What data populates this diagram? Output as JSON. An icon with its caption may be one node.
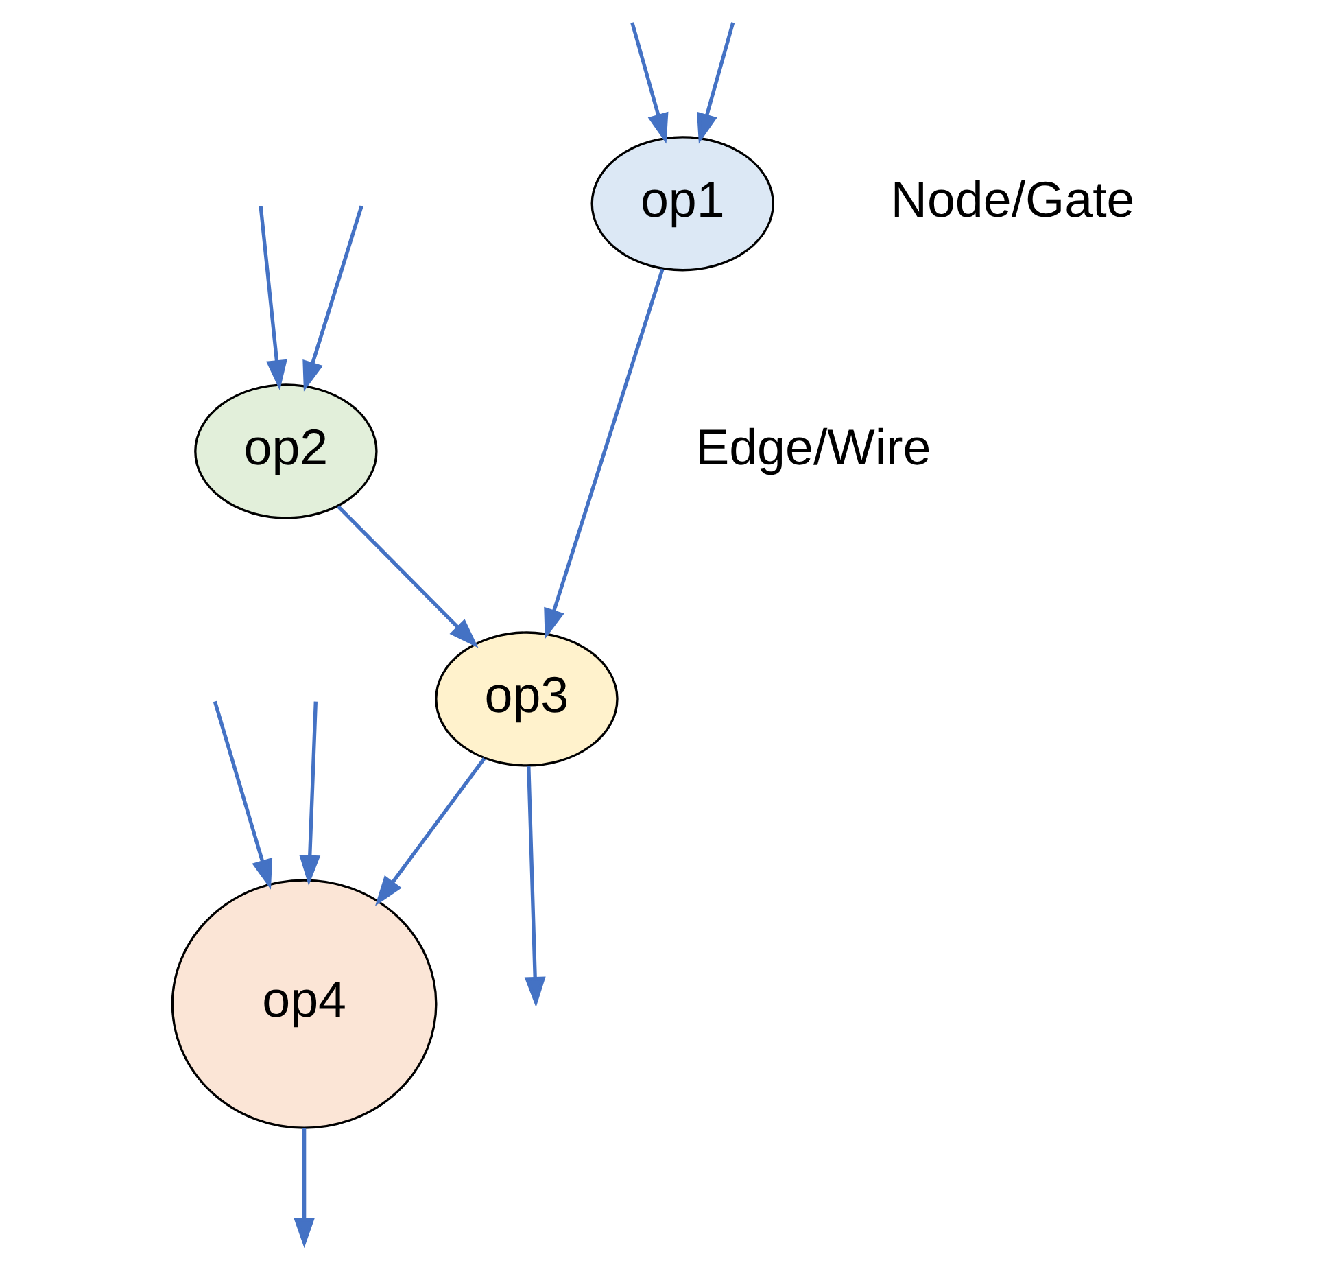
{
  "diagram": {
    "nodes": [
      {
        "text": [
          "op1"
        ]
      },
      {
        "text": [
          "op2"
        ]
      },
      {
        "text": [
          "op3"
        ]
      },
      {
        "text": [
          "op4"
        ]
      }
    ],
    "edges": [
      {
        "from": null,
        "to": 0,
        "arrow": "to"
      },
      {
        "from": null,
        "to": 0,
        "arrow": "to"
      },
      {
        "from": null,
        "to": 1,
        "arrow": "to"
      },
      {
        "from": null,
        "to": 1,
        "arrow": "to"
      },
      {
        "from": 0,
        "to": 2,
        "arrow": "to"
      },
      {
        "from": 1,
        "to": 2,
        "arrow": "to"
      },
      {
        "from": null,
        "to": 3,
        "arrow": "to"
      },
      {
        "from": null,
        "to": 3,
        "arrow": "to"
      },
      {
        "from": 2,
        "to": 3,
        "arrow": "to"
      },
      {
        "from": 2,
        "to": null,
        "arrow": "to"
      },
      {
        "from": 3,
        "to": null,
        "arrow": "to"
      }
    ],
    "labels": [
      "Node/Gate",
      "Edge/Wire"
    ]
  }
}
